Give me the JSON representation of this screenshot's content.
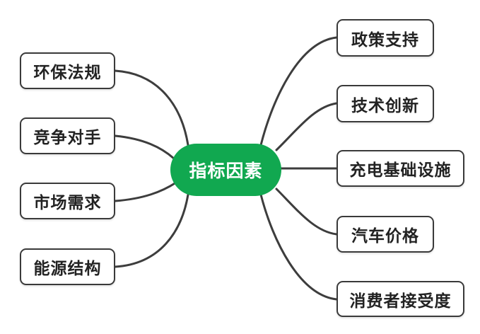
{
  "colors": {
    "accent_green": "#11a850",
    "line_color": "#3d3d3d",
    "node_border_color": "#3a3a3a",
    "node_text_color": "#222222",
    "root_text_color": "#ffffff",
    "background": "#ffffff"
  },
  "mindmap": {
    "type": "mindmap",
    "root": {
      "label": "指标因素"
    },
    "left_branches": [
      {
        "label": "环保法规"
      },
      {
        "label": "竞争对手"
      },
      {
        "label": "市场需求"
      },
      {
        "label": "能源结构"
      }
    ],
    "right_branches": [
      {
        "label": "政策支持"
      },
      {
        "label": "技术创新"
      },
      {
        "label": "充电基础设施"
      },
      {
        "label": "汽车价格"
      },
      {
        "label": "消费者接受度"
      }
    ]
  }
}
